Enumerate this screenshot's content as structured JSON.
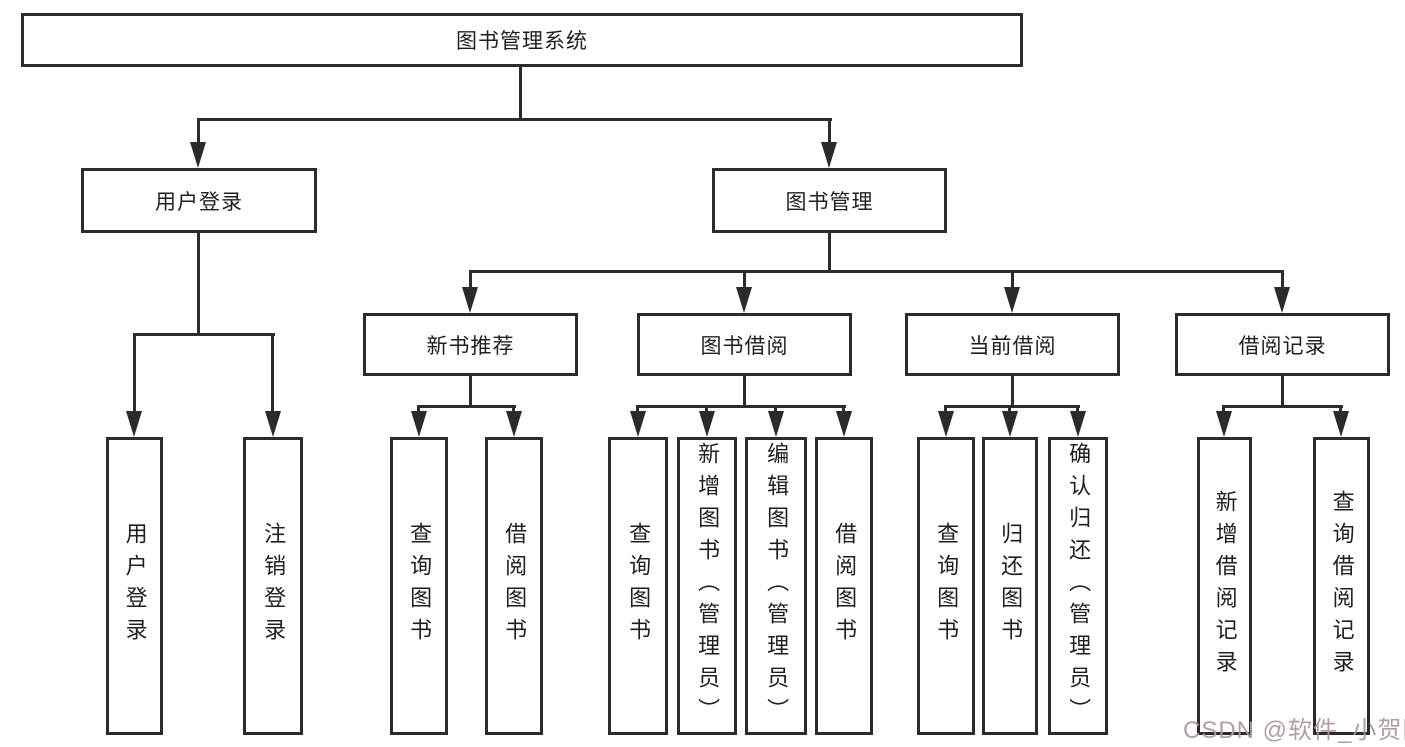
{
  "tree": {
    "root": {
      "label": "图书管理系统"
    },
    "branches": [
      {
        "label": "用户登录",
        "children": [
          {
            "label": "用户登录"
          },
          {
            "label": "注销登录"
          }
        ]
      },
      {
        "label": "图书管理",
        "children": [
          {
            "label": "新书推荐",
            "children": [
              {
                "label": "查询图书"
              },
              {
                "label": "借阅图书"
              }
            ]
          },
          {
            "label": "图书借阅",
            "children": [
              {
                "label": "查询图书"
              },
              {
                "label": "新增图书（管理员）"
              },
              {
                "label": "编辑图书（管理员）"
              },
              {
                "label": "借阅图书"
              }
            ]
          },
          {
            "label": "当前借阅",
            "children": [
              {
                "label": "查询图书"
              },
              {
                "label": "归还图书"
              },
              {
                "label": "确认归还（管理员）"
              }
            ]
          },
          {
            "label": "借阅记录",
            "children": [
              {
                "label": "新增借阅记录"
              },
              {
                "label": "查询借阅记录"
              }
            ]
          }
        ]
      }
    ]
  },
  "watermark": {
    "text": "CSDN @软件_小贺同学"
  },
  "colors": {
    "line": "#2b2b2b",
    "text": "#1f1f1f",
    "watermark": "#ab9a9a",
    "background": "#ffffff"
  }
}
